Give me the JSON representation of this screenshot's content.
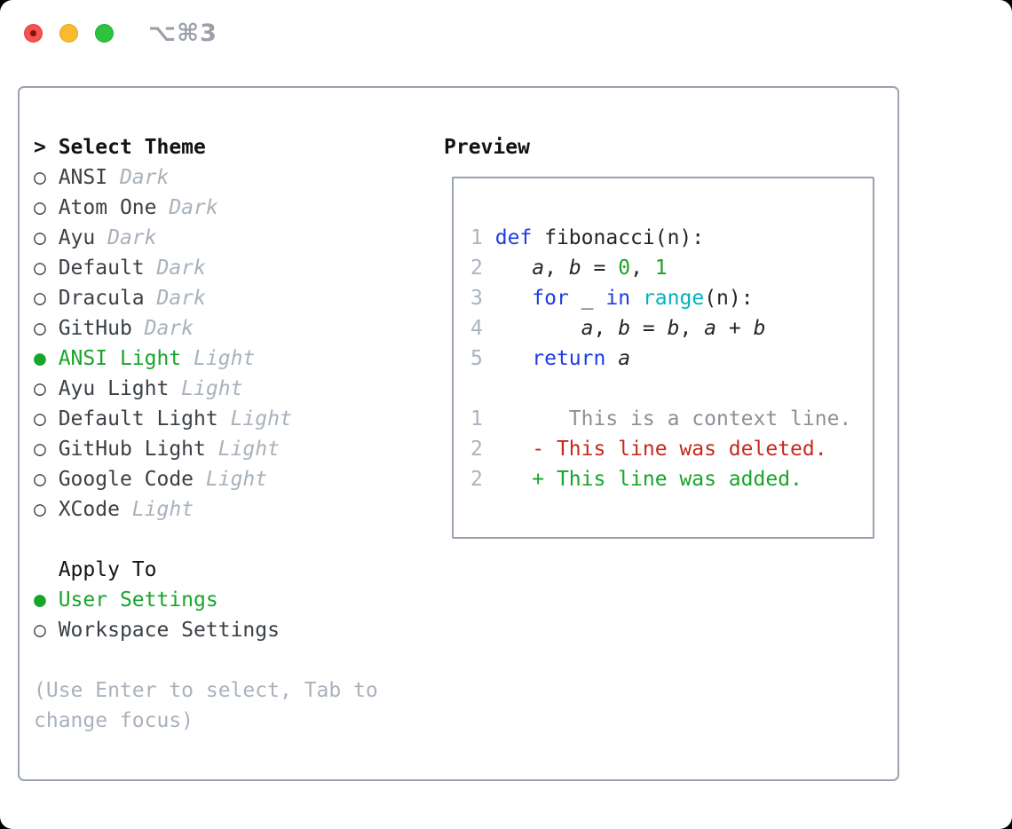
{
  "window": {
    "title": "⌥⌘3",
    "traffic_lights": [
      "close",
      "minimize",
      "zoom"
    ]
  },
  "markers": {
    "selected": "●",
    "unselected": "○",
    "prompt": ">"
  },
  "theme_list": {
    "title": "Select Theme",
    "items": [
      {
        "name": "ANSI",
        "variant": "Dark",
        "selected": false
      },
      {
        "name": "Atom One",
        "variant": "Dark",
        "selected": false
      },
      {
        "name": "Ayu",
        "variant": "Dark",
        "selected": false
      },
      {
        "name": "Default",
        "variant": "Dark",
        "selected": false
      },
      {
        "name": "Dracula",
        "variant": "Dark",
        "selected": false
      },
      {
        "name": "GitHub",
        "variant": "Dark",
        "selected": false
      },
      {
        "name": "ANSI Light",
        "variant": "Light",
        "selected": true
      },
      {
        "name": "Ayu Light",
        "variant": "Light",
        "selected": false
      },
      {
        "name": "Default Light",
        "variant": "Light",
        "selected": false
      },
      {
        "name": "GitHub Light",
        "variant": "Light",
        "selected": false
      },
      {
        "name": "Google Code",
        "variant": "Light",
        "selected": false
      },
      {
        "name": "XCode",
        "variant": "Light",
        "selected": false
      }
    ]
  },
  "apply_to": {
    "title": "Apply To",
    "options": [
      {
        "label": "User Settings",
        "selected": true
      },
      {
        "label": "Workspace Settings",
        "selected": false
      }
    ]
  },
  "hint": {
    "lines": [
      "(Use Enter to select, Tab to",
      "change focus)"
    ]
  },
  "preview": {
    "title": "Preview",
    "lines": [
      {
        "num": "1",
        "segs": [
          [
            "plain",
            " "
          ],
          [
            "kw",
            "def"
          ],
          [
            "plain",
            " fibonacci(n):"
          ]
        ]
      },
      {
        "num": "2",
        "segs": [
          [
            "plain",
            "    "
          ],
          [
            "var",
            "a"
          ],
          [
            "plain",
            ", "
          ],
          [
            "var",
            "b"
          ],
          [
            "plain",
            " = "
          ],
          [
            "lit",
            "0"
          ],
          [
            "plain",
            ", "
          ],
          [
            "lit",
            "1"
          ]
        ]
      },
      {
        "num": "3",
        "segs": [
          [
            "plain",
            "    "
          ],
          [
            "kw",
            "for"
          ],
          [
            "plain",
            " "
          ],
          [
            "var",
            "_"
          ],
          [
            "plain",
            " "
          ],
          [
            "kw",
            "in"
          ],
          [
            "plain",
            " "
          ],
          [
            "fn",
            "range"
          ],
          [
            "plain",
            "(n):"
          ]
        ]
      },
      {
        "num": "4",
        "segs": [
          [
            "plain",
            "        "
          ],
          [
            "var",
            "a"
          ],
          [
            "plain",
            ", "
          ],
          [
            "var",
            "b"
          ],
          [
            "plain",
            " = "
          ],
          [
            "var",
            "b"
          ],
          [
            "plain",
            ", "
          ],
          [
            "var",
            "a"
          ],
          [
            "plain",
            " + "
          ],
          [
            "var",
            "b"
          ]
        ]
      },
      {
        "num": "5",
        "segs": [
          [
            "plain",
            "    "
          ],
          [
            "kw",
            "return"
          ],
          [
            "plain",
            " "
          ],
          [
            "var",
            "a"
          ]
        ]
      },
      {
        "blank": true
      },
      {
        "num": "1",
        "segs": [
          [
            "ctx",
            "       This is a context line."
          ]
        ]
      },
      {
        "num": "2",
        "segs": [
          [
            "plain",
            "    "
          ],
          [
            "del",
            "- This line was deleted."
          ]
        ]
      },
      {
        "num": "2",
        "segs": [
          [
            "plain",
            "    "
          ],
          [
            "add",
            "+ This line was added."
          ]
        ]
      }
    ]
  },
  "colors": {
    "accent_green": "#17a52b",
    "keyword_blue": "#1c3de4",
    "function_cyan": "#00b2c4",
    "literal_green": "#17a52b",
    "deleted_red": "#c62a1b",
    "context_gray": "#8b9197",
    "muted_gray": "#a9b2bc",
    "line_number_gray": "#a9b4bf",
    "text_dark": "#3a4046",
    "border_gray": "#9aa3ad",
    "traffic_red": "#f4544d",
    "traffic_yellow": "#f9bb2d",
    "traffic_green": "#2ec23e"
  }
}
